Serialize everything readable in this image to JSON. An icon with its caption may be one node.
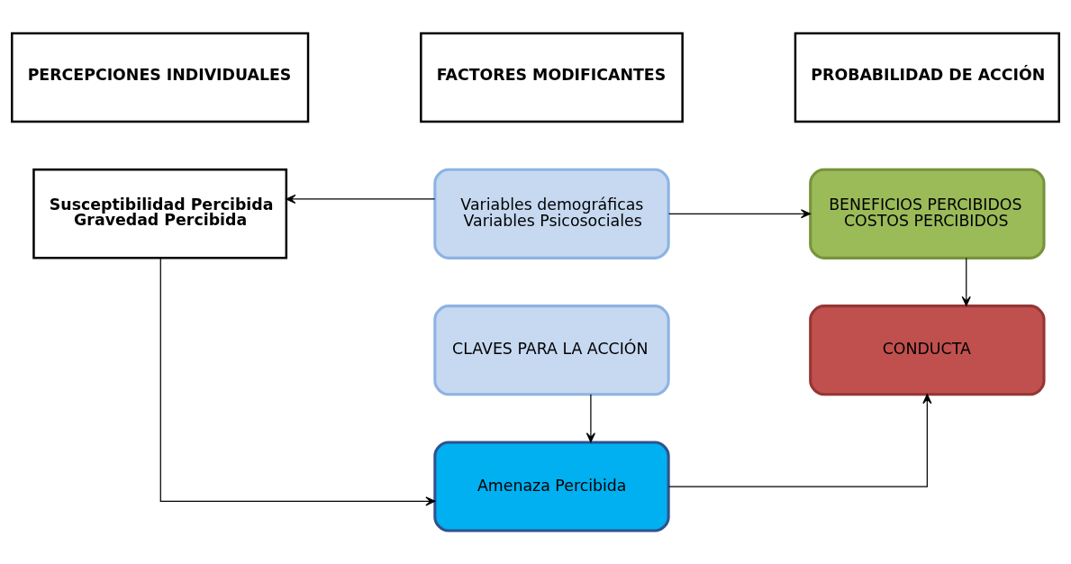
{
  "diagram": {
    "nodes": [
      {
        "text": [
          "PERCEPCIONES INDIVIDUALES"
        ]
      },
      {
        "text": [
          "FACTORES MODIFICANTES"
        ]
      },
      {
        "text": [
          "PROBABILIDAD DE ACCIÓN"
        ]
      },
      {
        "text": [
          "Variables demográficas",
          "Variables Psicosociales"
        ]
      },
      {
        "text": [
          "BENEFICIOS PERCIBIDOS",
          "COSTOS PERCIBIDOS"
        ]
      },
      {
        "text": [
          "Susceptibilidad Percibida",
          "Gravedad Percibida"
        ]
      },
      {
        "text": [
          "Amenaza Percibida"
        ]
      },
      {
        "text": [
          "CONDUCTA"
        ]
      },
      {
        "text": [
          "CLAVES PARA LA ACCIÓN"
        ]
      }
    ],
    "edges": [
      {
        "from": 3,
        "to": 5,
        "arrow": "to"
      },
      {
        "from": 3,
        "to": 4,
        "arrow": "to"
      },
      {
        "from": 4,
        "to": 7,
        "arrow": "to"
      },
      {
        "from": 5,
        "to": 6,
        "arrow": "to"
      },
      {
        "from": 6,
        "to": 7,
        "arrow": "to"
      },
      {
        "from": 8,
        "to": 6,
        "arrow": "to"
      }
    ]
  }
}
